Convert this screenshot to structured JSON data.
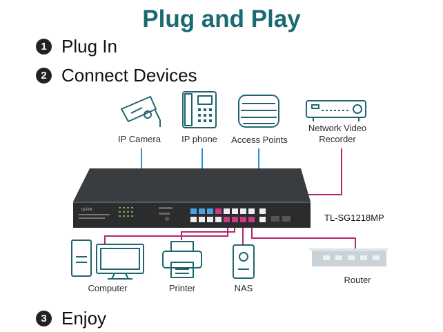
{
  "title": "Plug and Play",
  "steps": [
    {
      "num": "1",
      "text": "Plug In"
    },
    {
      "num": "2",
      "text": "Connect Devices"
    },
    {
      "num": "3",
      "text": "Enjoy"
    }
  ],
  "top_devices": [
    {
      "label": "IP Camera",
      "icon": "ip-camera-icon"
    },
    {
      "label": "IP phone",
      "icon": "ip-phone-icon"
    },
    {
      "label": "Access Points",
      "icon": "access-point-icon"
    },
    {
      "label": "Network Video",
      "label2": "Recorder",
      "icon": "nvr-icon"
    }
  ],
  "bottom_devices": [
    {
      "label": "Computer",
      "icon": "computer-icon"
    },
    {
      "label": "Printer",
      "icon": "printer-icon"
    },
    {
      "label": "NAS",
      "icon": "nas-icon"
    },
    {
      "label": "Router",
      "icon": "router-icon"
    }
  ],
  "switch_model": "TL-SG1218MP",
  "colors": {
    "title": "#1a6a73",
    "poe_line": "#2f8fd0",
    "data_line": "#b5246f",
    "icon_stroke": "#1f6570"
  }
}
